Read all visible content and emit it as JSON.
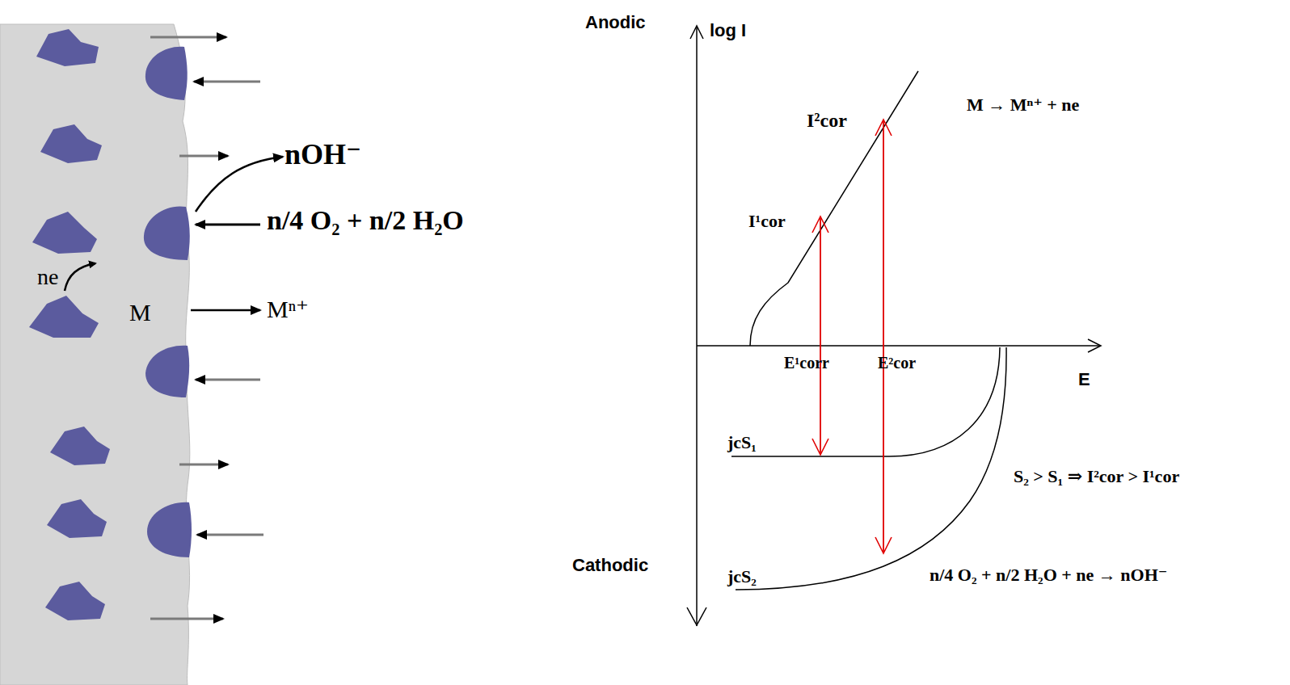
{
  "diagram": {
    "labels": [
      "nOH⁻",
      "n/4 O₂ + n/2 H₂O",
      "ne",
      "M",
      "Mⁿ⁺",
      "Anodic",
      "log I",
      "Cathodic",
      "E",
      "I²cor",
      "I¹cor",
      "E¹corr",
      "E²cor",
      "M → Mⁿ⁺ + ne",
      "jcS₁",
      "jcS₂",
      "S₂ > S₁ ⇒ I²cor > I¹cor",
      "n/4 O₂ + n/2 H₂O + ne → nOH⁻"
    ]
  }
}
